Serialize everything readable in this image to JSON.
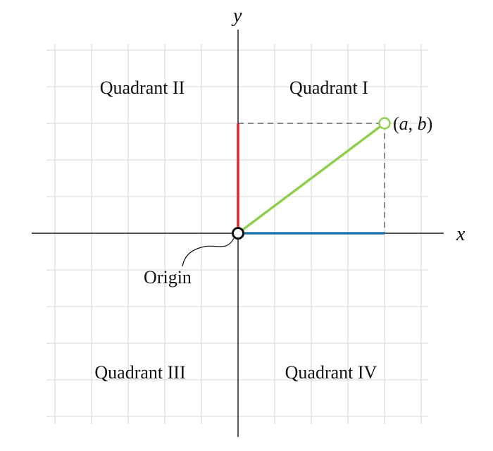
{
  "axes": {
    "x_label": "x",
    "y_label": "y"
  },
  "quadrants": {
    "q1": "Quadrant I",
    "q2": "Quadrant II",
    "q3": "Quadrant III",
    "q4": "Quadrant IV"
  },
  "origin_label": "Origin",
  "point": {
    "open_paren": "(",
    "a": "a",
    "comma": ", ",
    "b": "b",
    "close_paren": ")",
    "x": 4,
    "y": 3
  },
  "colors": {
    "grid": "#d6d6d6",
    "axis": "#111111",
    "x_component": "#1f77b4",
    "y_component": "#e8242a",
    "vector": "#8ccf4d",
    "point_outline": "#8ccf4d",
    "dashed_guides": "#444444"
  }
}
